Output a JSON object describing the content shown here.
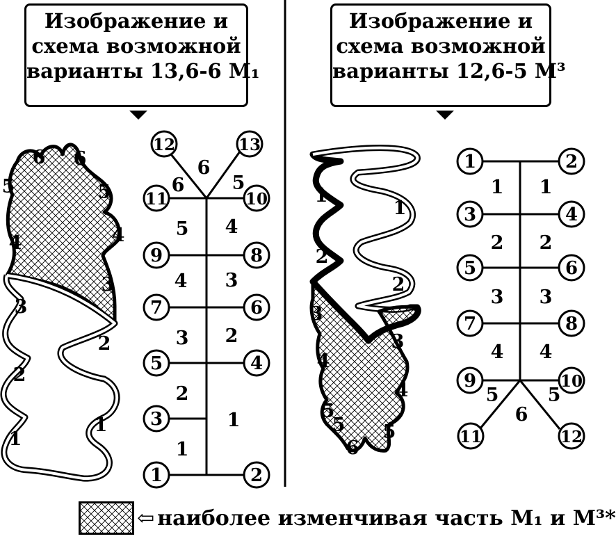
{
  "left_panel": {
    "title_lines": [
      "Изображение и",
      "схема возможной",
      "варианты 13,6-6 М₁"
    ],
    "cusp_labels": [
      "6",
      "6",
      "5",
      "5",
      "4",
      "4",
      "3",
      "3",
      "2",
      "2",
      "1",
      "1"
    ],
    "scheme_nodes": [
      "12",
      "13",
      "11",
      "10",
      "9",
      "8",
      "7",
      "6",
      "5",
      "4",
      "3",
      "2",
      "1"
    ],
    "scheme_labels": [
      "6",
      "6",
      "5",
      "5",
      "4",
      "4",
      "3",
      "3",
      "2",
      "2",
      "1",
      "1"
    ]
  },
  "right_panel": {
    "title_lines": [
      "Изображение и",
      "схема возможной",
      "варианты 12,6-5 М³"
    ],
    "cusp_labels": [
      "1",
      "1",
      "2",
      "2",
      "3",
      "3",
      "4",
      "4",
      "5",
      "5",
      "6",
      "5"
    ],
    "scheme_nodes": [
      "1",
      "2",
      "3",
      "4",
      "5",
      "6",
      "7",
      "8",
      "9",
      "10",
      "11",
      "12"
    ],
    "scheme_labels": [
      "1",
      "1",
      "2",
      "2",
      "3",
      "3",
      "4",
      "4",
      "5",
      "5",
      "6"
    ]
  },
  "legend": {
    "arrow": "⇦",
    "text": "наиболее изменчивая часть М₁ и М³*"
  }
}
